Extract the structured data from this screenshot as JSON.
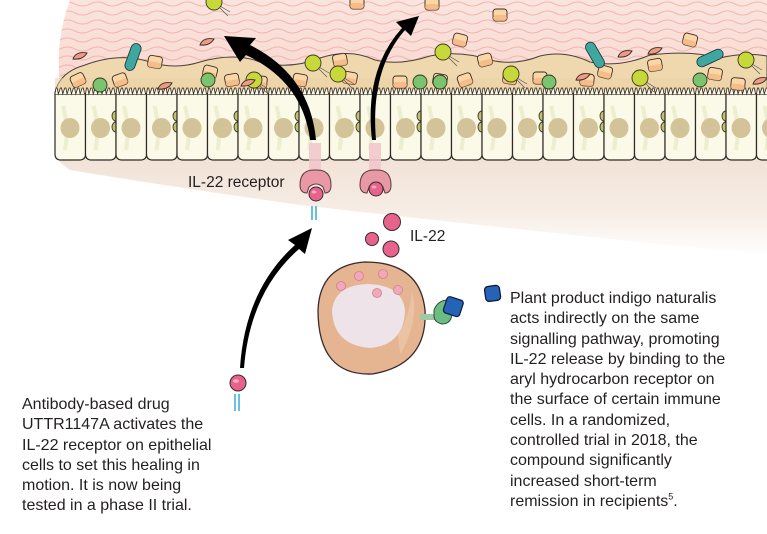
{
  "labels": {
    "receptor": "IL-22 receptor",
    "cytokine": "IL-22"
  },
  "left_caption": {
    "lines": [
      "Antibody-based drug",
      "UTTR1147A activates the",
      "IL-22 receptor on epithelial",
      "cells to set this healing in",
      "motion. It is now being",
      "tested in a phase II trial."
    ]
  },
  "right_caption": {
    "lines": [
      "Plant product indigo naturalis",
      "acts indirectly on the same",
      "signalling pathway, promoting",
      "IL-22 release by binding to the",
      "aryl hydrocarbon receptor on",
      "the surface of certain immune",
      "cells. In a randomized,",
      "controlled trial in 2018, the",
      "compound significantly",
      "increased short-term",
      "remission in recipients"
    ],
    "reference": "5",
    "end": "."
  },
  "icons": {
    "legend": "indigo-naturalis-icon"
  },
  "colors": {
    "lumen": "#f9dcd7",
    "lumen_wave": "#efb2a6",
    "mucus": "#f0d9b0",
    "epithelium": "#fbf9e9",
    "nucleus": "#d3c398",
    "junction": "#c5c172",
    "receptor": "#e89aa6",
    "il22": "#e8638c",
    "antibody": "#67c2e2",
    "immune_cell": "#e8b895",
    "immune_nucleus": "#efe6ea",
    "indigo": "#2563b6",
    "ahr": "#6cbd84",
    "arrow": "#000000",
    "tissue_shade": "#f3e4da"
  }
}
